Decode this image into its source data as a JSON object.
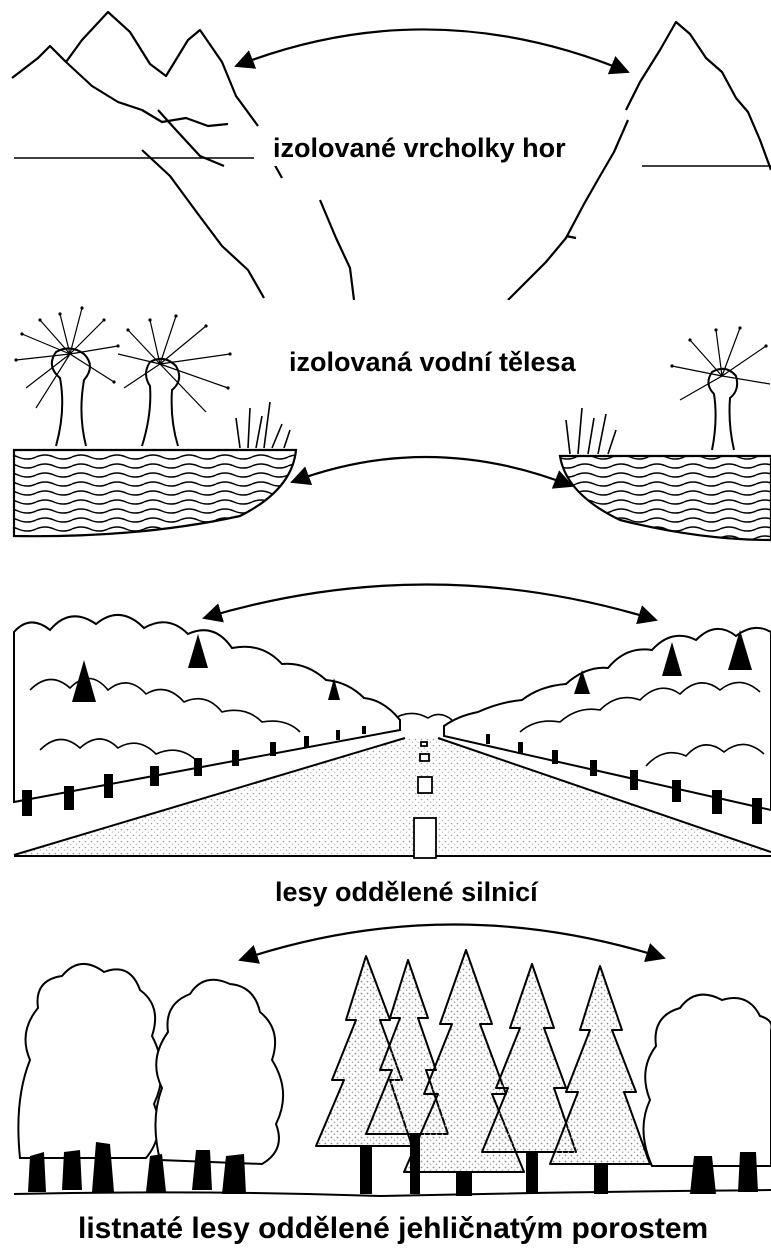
{
  "panels": [
    {
      "caption": "izolované vrcholky hor"
    },
    {
      "caption": "izolovaná vodní tělesa"
    },
    {
      "caption": "lesy oddělené silnicí"
    },
    {
      "caption": "listnaté lesy oddělené jehličnatým porostem"
    }
  ],
  "colors": {
    "ink": "#000000",
    "paper": "#ffffff",
    "stipple": "#9a9a9a"
  }
}
